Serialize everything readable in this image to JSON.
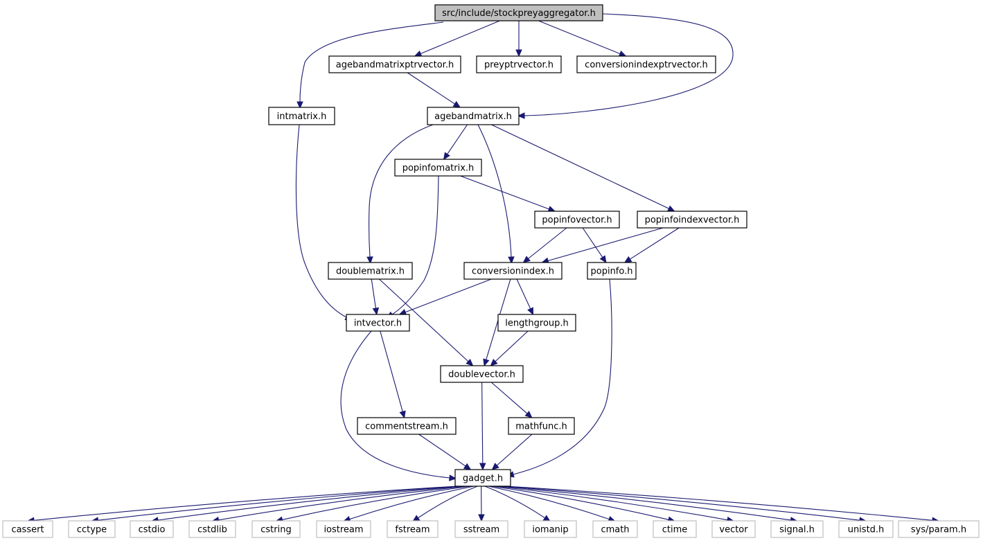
{
  "nodes": [
    {
      "id": "root",
      "label": "src/include/stockpreyaggregator.h",
      "kind": "root",
      "interactable": false
    },
    {
      "id": "agebandmatrixptrvector",
      "label": "agebandmatrixptrvector.h",
      "kind": "file",
      "interactable": true
    },
    {
      "id": "preyptrvector",
      "label": "preyptrvector.h",
      "kind": "file",
      "interactable": true
    },
    {
      "id": "conversionindexptrvector",
      "label": "conversionindexptrvector.h",
      "kind": "file",
      "interactable": true
    },
    {
      "id": "intmatrix",
      "label": "intmatrix.h",
      "kind": "file",
      "interactable": true
    },
    {
      "id": "agebandmatrix",
      "label": "agebandmatrix.h",
      "kind": "file",
      "interactable": true
    },
    {
      "id": "popinfomatrix",
      "label": "popinfomatrix.h",
      "kind": "file",
      "interactable": true
    },
    {
      "id": "popinfovector",
      "label": "popinfovector.h",
      "kind": "file",
      "interactable": true
    },
    {
      "id": "popinfoindexvector",
      "label": "popinfoindexvector.h",
      "kind": "file",
      "interactable": true
    },
    {
      "id": "doublematrix",
      "label": "doublematrix.h",
      "kind": "file",
      "interactable": true
    },
    {
      "id": "conversionindex",
      "label": "conversionindex.h",
      "kind": "file",
      "interactable": true
    },
    {
      "id": "popinfo",
      "label": "popinfo.h",
      "kind": "file",
      "interactable": true
    },
    {
      "id": "intvector",
      "label": "intvector.h",
      "kind": "file",
      "interactable": true
    },
    {
      "id": "lengthgroup",
      "label": "lengthgroup.h",
      "kind": "file",
      "interactable": true
    },
    {
      "id": "doublevector",
      "label": "doublevector.h",
      "kind": "file",
      "interactable": true
    },
    {
      "id": "commentstream",
      "label": "commentstream.h",
      "kind": "file",
      "interactable": true
    },
    {
      "id": "mathfunc",
      "label": "mathfunc.h",
      "kind": "file",
      "interactable": true
    },
    {
      "id": "gadget",
      "label": "gadget.h",
      "kind": "file",
      "interactable": true
    },
    {
      "id": "cassert",
      "label": "cassert",
      "kind": "system",
      "interactable": false
    },
    {
      "id": "cctype",
      "label": "cctype",
      "kind": "system",
      "interactable": false
    },
    {
      "id": "cstdio",
      "label": "cstdio",
      "kind": "system",
      "interactable": false
    },
    {
      "id": "cstdlib",
      "label": "cstdlib",
      "kind": "system",
      "interactable": false
    },
    {
      "id": "cstring",
      "label": "cstring",
      "kind": "system",
      "interactable": false
    },
    {
      "id": "iostream",
      "label": "iostream",
      "kind": "system",
      "interactable": false
    },
    {
      "id": "fstream",
      "label": "fstream",
      "kind": "system",
      "interactable": false
    },
    {
      "id": "sstream",
      "label": "sstream",
      "kind": "system",
      "interactable": false
    },
    {
      "id": "iomanip",
      "label": "iomanip",
      "kind": "system",
      "interactable": false
    },
    {
      "id": "cmath",
      "label": "cmath",
      "kind": "system",
      "interactable": false
    },
    {
      "id": "ctime",
      "label": "ctime",
      "kind": "system",
      "interactable": false
    },
    {
      "id": "vector",
      "label": "vector",
      "kind": "system",
      "interactable": false
    },
    {
      "id": "signal",
      "label": "signal.h",
      "kind": "system",
      "interactable": false
    },
    {
      "id": "unistd",
      "label": "unistd.h",
      "kind": "system",
      "interactable": false
    },
    {
      "id": "sysparam",
      "label": "sys/param.h",
      "kind": "system",
      "interactable": false
    }
  ],
  "edges": [
    {
      "from": "root",
      "to": "agebandmatrixptrvector"
    },
    {
      "from": "root",
      "to": "preyptrvector"
    },
    {
      "from": "root",
      "to": "conversionindexptrvector"
    },
    {
      "from": "root",
      "to": "intmatrix"
    },
    {
      "from": "root",
      "to": "agebandmatrix"
    },
    {
      "from": "agebandmatrixptrvector",
      "to": "agebandmatrix"
    },
    {
      "from": "intmatrix",
      "to": "intvector"
    },
    {
      "from": "agebandmatrix",
      "to": "popinfomatrix"
    },
    {
      "from": "agebandmatrix",
      "to": "doublematrix"
    },
    {
      "from": "agebandmatrix",
      "to": "conversionindex"
    },
    {
      "from": "agebandmatrix",
      "to": "popinfoindexvector"
    },
    {
      "from": "popinfomatrix",
      "to": "popinfovector"
    },
    {
      "from": "popinfomatrix",
      "to": "intvector"
    },
    {
      "from": "popinfovector",
      "to": "conversionindex"
    },
    {
      "from": "popinfovector",
      "to": "popinfo"
    },
    {
      "from": "popinfoindexvector",
      "to": "conversionindex"
    },
    {
      "from": "popinfoindexvector",
      "to": "popinfo"
    },
    {
      "from": "doublematrix",
      "to": "intvector"
    },
    {
      "from": "doublematrix",
      "to": "doublevector"
    },
    {
      "from": "conversionindex",
      "to": "intvector"
    },
    {
      "from": "conversionindex",
      "to": "doublevector"
    },
    {
      "from": "conversionindex",
      "to": "lengthgroup"
    },
    {
      "from": "popinfo",
      "to": "gadget"
    },
    {
      "from": "intvector",
      "to": "commentstream"
    },
    {
      "from": "intvector",
      "to": "gadget"
    },
    {
      "from": "lengthgroup",
      "to": "doublevector"
    },
    {
      "from": "doublevector",
      "to": "gadget"
    },
    {
      "from": "doublevector",
      "to": "mathfunc"
    },
    {
      "from": "commentstream",
      "to": "gadget"
    },
    {
      "from": "mathfunc",
      "to": "gadget"
    },
    {
      "from": "gadget",
      "to": "cassert"
    },
    {
      "from": "gadget",
      "to": "cctype"
    },
    {
      "from": "gadget",
      "to": "cstdio"
    },
    {
      "from": "gadget",
      "to": "cstdlib"
    },
    {
      "from": "gadget",
      "to": "cstring"
    },
    {
      "from": "gadget",
      "to": "iostream"
    },
    {
      "from": "gadget",
      "to": "fstream"
    },
    {
      "from": "gadget",
      "to": "sstream"
    },
    {
      "from": "gadget",
      "to": "iomanip"
    },
    {
      "from": "gadget",
      "to": "cmath"
    },
    {
      "from": "gadget",
      "to": "ctime"
    },
    {
      "from": "gadget",
      "to": "vector"
    },
    {
      "from": "gadget",
      "to": "signal"
    },
    {
      "from": "gadget",
      "to": "unistd"
    },
    {
      "from": "gadget",
      "to": "sysparam"
    }
  ],
  "colors": {
    "edge": "#191970",
    "root_fill": "#bfbfbf",
    "file_border": "#000000",
    "system_border": "#bfbfbf",
    "text": "#000000"
  }
}
